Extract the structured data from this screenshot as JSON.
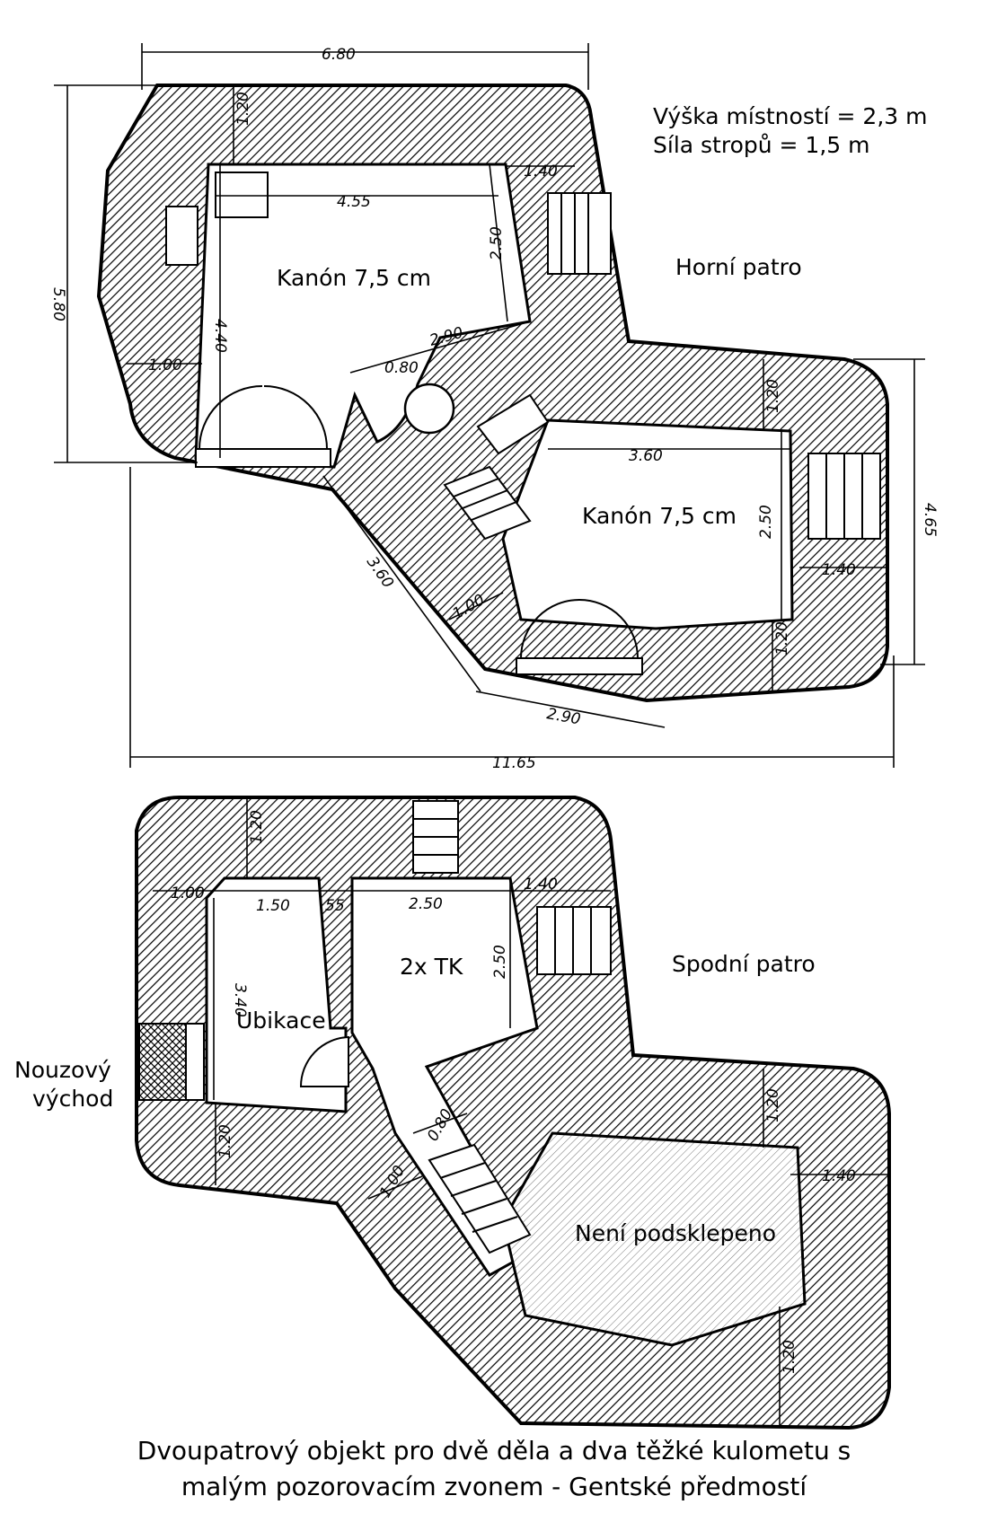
{
  "notes": {
    "room_height": "Výška místností = 2,3 m",
    "ceiling_thickness": "Síla stropů = 1,5 m"
  },
  "upper_floor": {
    "label": "Horní patro",
    "room_left": "Kanón 7,5 cm",
    "room_right": "Kanón 7,5 cm",
    "dims": {
      "top_width": "6.80",
      "left_height": "5.80",
      "right_height": "4.65",
      "total_width": "11.65",
      "inner_width": "4.55",
      "inner_height_left": "4.40",
      "inner_height_mid": "2.50",
      "wall_top": "1.20",
      "wall_left": "1.00",
      "embrasure_top": "1.40",
      "diag": "2.90",
      "bell": "0.80",
      "right_inner_width": "3.60",
      "right_inner_height": "2.50",
      "wall_right_top": "1.20",
      "embrasure_right": "1.40",
      "wall_right_bottom": "1.20",
      "diag_left": "3.60",
      "wall_diag": "1.00",
      "bottom_width": "2.90"
    }
  },
  "lower_floor": {
    "label": "Spodní patro",
    "room_quarters": "Ubikace",
    "room_mg": "2x TK",
    "unexcavated": "Není podsklepeno",
    "exit": [
      "Nouzový",
      "východ"
    ],
    "dims": {
      "wall_top": "1.20",
      "wall_left": "1.00",
      "quarters_width": "1.50",
      "partition": "55",
      "mg_width": "2.50",
      "embrasure": "1.40",
      "mg_height": "2.50",
      "quarters_height": "3.40",
      "wall_bottom_left": "1.20",
      "stair_width": "0.80",
      "wall_diag": "1.00",
      "wall_right": "1.20",
      "embrasure_right": "1.40",
      "wall_bottom_right": "1.20"
    }
  },
  "caption": [
    "Dvoupatrový objekt pro dvě děla a dva těžké kulometu s",
    "malým pozorovacím zvonem - Gentské předmostí"
  ]
}
